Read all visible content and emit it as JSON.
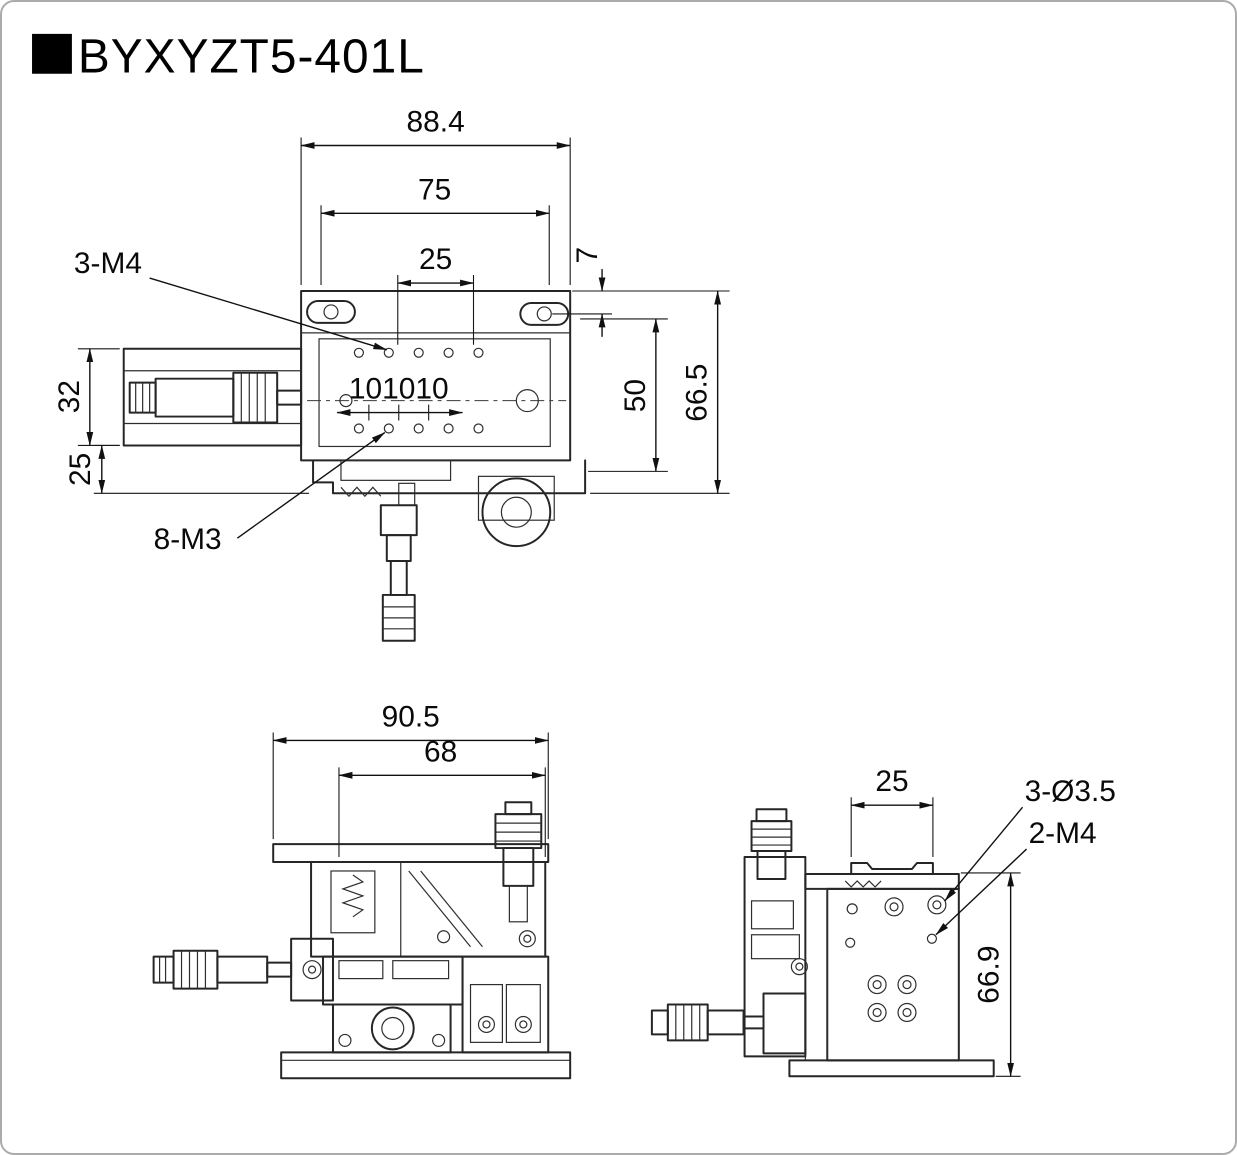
{
  "title": "BYXYZT5-401L",
  "drawing": {
    "top_view": {
      "dim_width_outer": "88.4",
      "dim_width_inner": "75",
      "dim_slot_pitch": "25",
      "dim_edge_offset": "7",
      "dim_height_inner": "50",
      "dim_height_outer": "66.5",
      "dim_rail_width": "32",
      "dim_rail_offset": "25",
      "dim_hole_pitch": "101010",
      "label_mount_holes": "3-M4",
      "label_side_holes": "8-M3"
    },
    "front_view": {
      "dim_base_width": "90.5",
      "dim_body_width": "68"
    },
    "side_view": {
      "dim_top_width": "25",
      "dim_height": "66.9",
      "label_clearance_holes": "3-Ø3.5",
      "label_tapped_holes": "2-M4"
    }
  }
}
